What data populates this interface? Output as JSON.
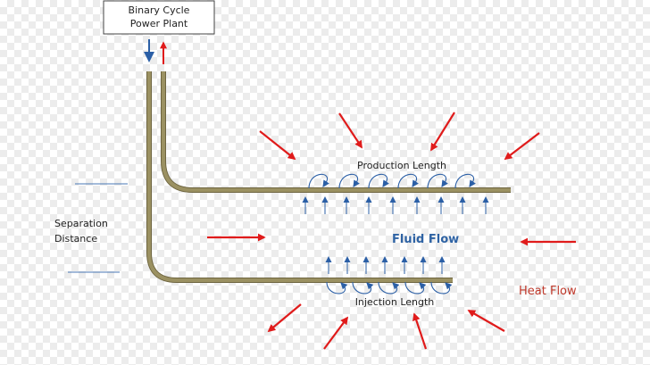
{
  "plant_box": {
    "line1": "Binary Cycle",
    "line2": "Power Plant"
  },
  "labels": {
    "production_length": "Production Length",
    "injection_length": "Injection Length",
    "separation_line1": "Separation",
    "separation_line2": "Distance",
    "fluid_flow": "Fluid Flow",
    "heat_flow": "Heat Flow"
  },
  "colors": {
    "pipe": "#9b9162",
    "pipe_edge": "#6e6540",
    "heat_arrow": "#e01b1b",
    "flow_arrow": "#2b5fa6",
    "fluid_text": "#2f63a4",
    "heat_text": "#c0392b",
    "guide_line": "#4a77b4"
  },
  "icons": [
    "down-arrow-icon",
    "up-arrow-icon",
    "heat-arrow-icon",
    "flow-arrow-icon",
    "swirl-icon"
  ]
}
